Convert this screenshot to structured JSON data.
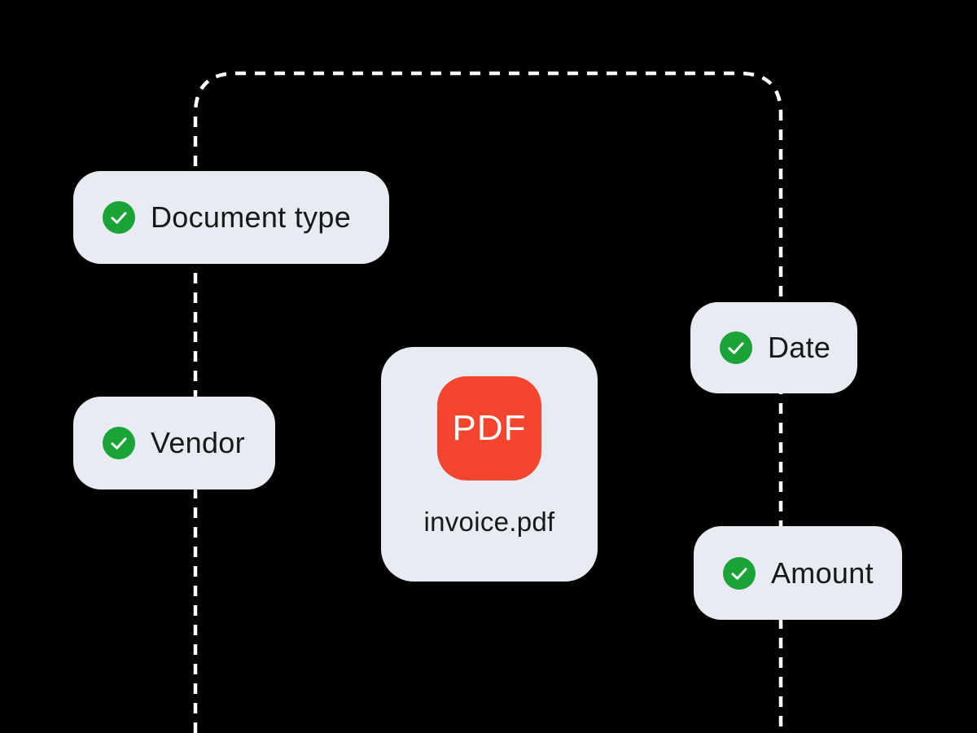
{
  "colors": {
    "bg": "#000000",
    "pill_bg": "#e9ebf2",
    "text": "#17181c",
    "green": "#1aa336",
    "red": "#f4462f",
    "line": "#ffffff",
    "white": "#ffffff"
  },
  "icons": {
    "check_circle": "✓"
  },
  "chips": [
    {
      "label": "Document type"
    },
    {
      "label": "Vendor"
    },
    {
      "label": "Date"
    },
    {
      "label": "Amount"
    }
  ],
  "file_card": {
    "badge": "PDF",
    "filename": "invoice.pdf"
  }
}
